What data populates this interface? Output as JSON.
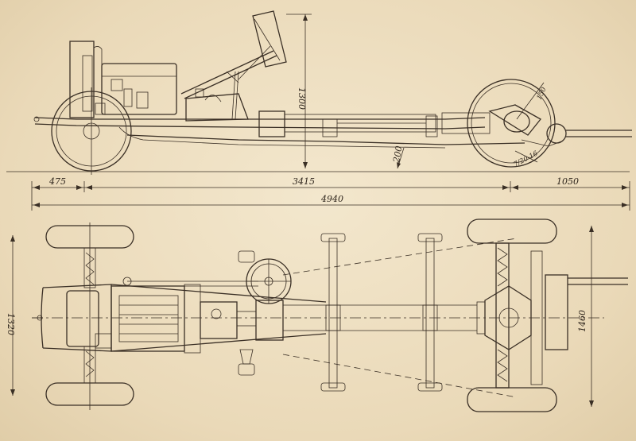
{
  "side_view": {
    "height_dim": "1300",
    "angle_dim": "200",
    "rear_label_1": "150",
    "rear_label_2": "7/20-16"
  },
  "dimensions": {
    "front_overhang": "475",
    "wheelbase": "3415",
    "rear_overhang": "1050",
    "overall_length": "4940"
  },
  "top_view": {
    "front_track": "1320",
    "rear_track": "1460"
  },
  "colors": {
    "paper": "#efe2c6",
    "ink": "#3a2f25"
  }
}
